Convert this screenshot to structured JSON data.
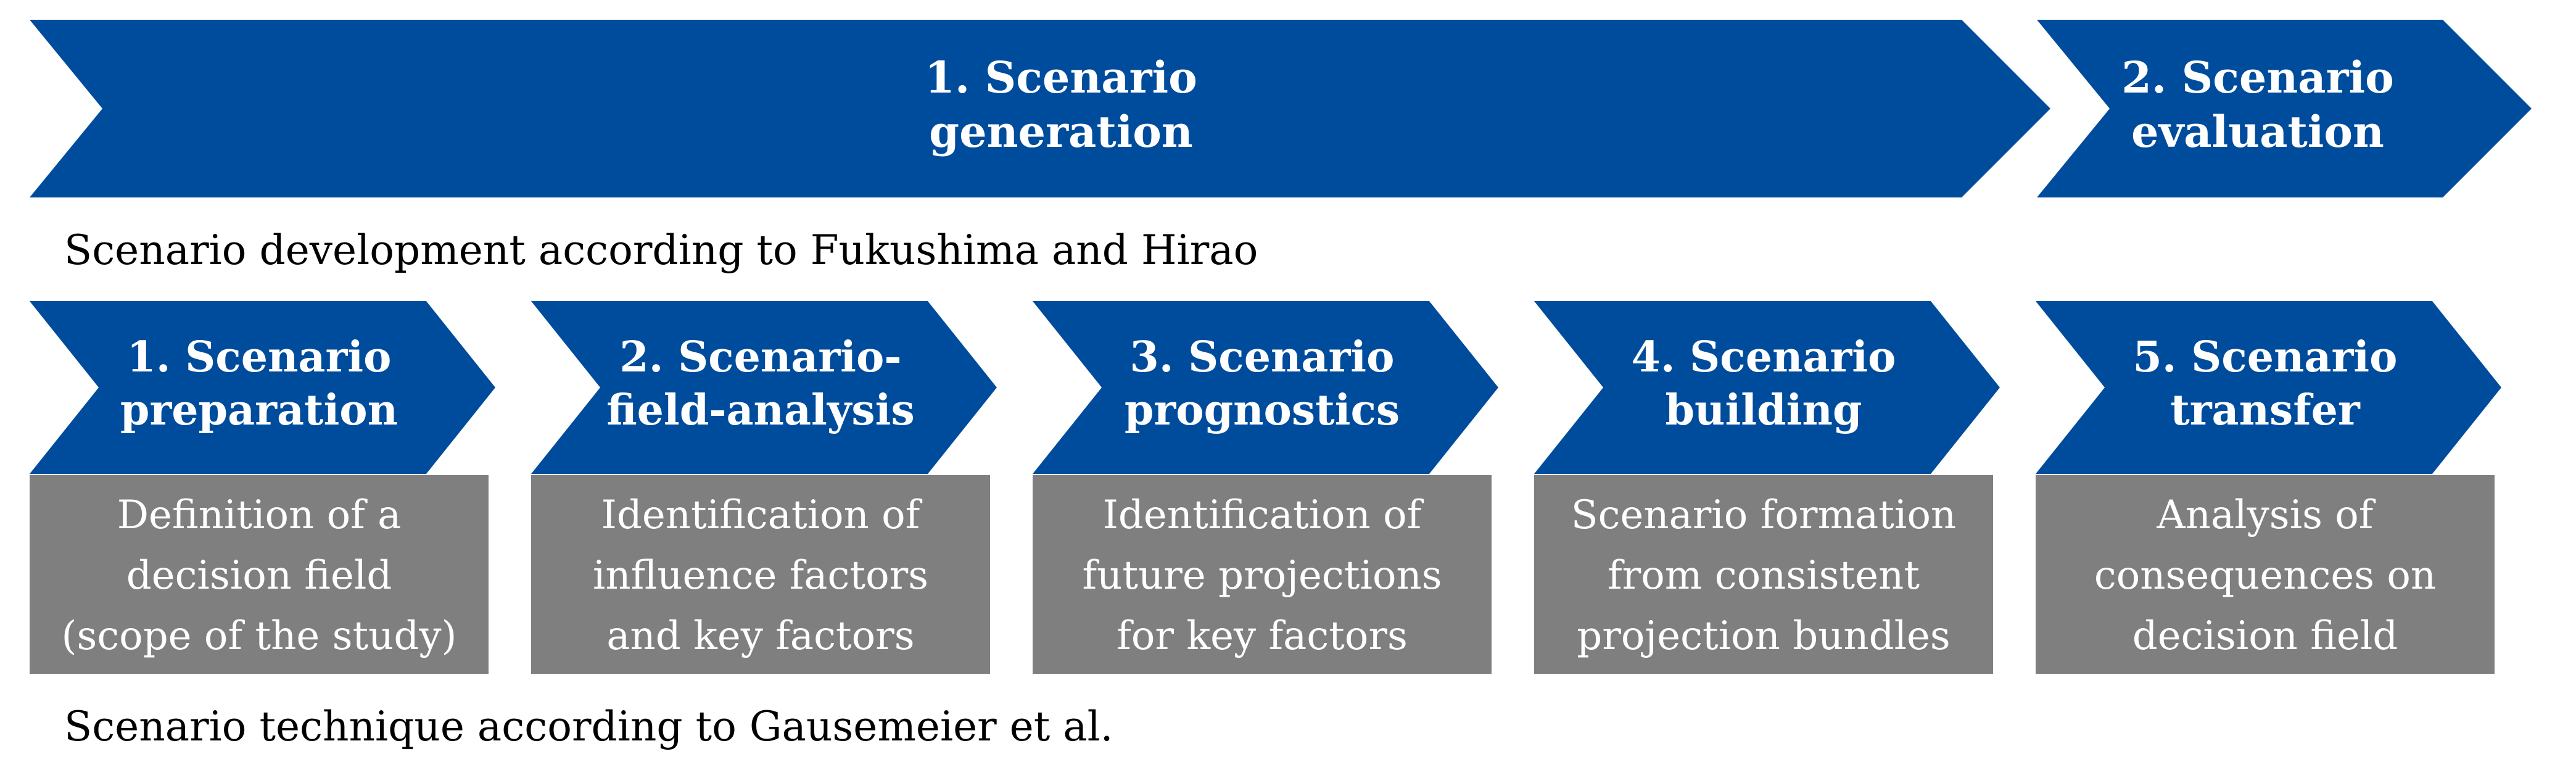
{
  "colors": {
    "chevron": "#004C9C",
    "box": "#7F7F7F",
    "text_on_shape": "#FFFFFF",
    "caption": "#000000"
  },
  "fukushima_hirao": {
    "caption": "Scenario development according to Fukushima and Hirao",
    "phases": [
      {
        "lines": [
          "1. Scenario",
          "generation"
        ]
      },
      {
        "lines": [
          "2. Scenario",
          "evaluation"
        ]
      }
    ]
  },
  "gausemeier": {
    "caption": "Scenario technique according to Gausemeier et al.",
    "steps": [
      {
        "title": [
          "1. Scenario",
          "preparation"
        ],
        "description": [
          "Definition of a",
          "decision field",
          "(scope of the study)"
        ]
      },
      {
        "title": [
          "2. Scenario-",
          "field-analysis"
        ],
        "description": [
          "Identification of",
          "influence factors",
          "and key factors"
        ]
      },
      {
        "title": [
          "3. Scenario",
          "prognostics"
        ],
        "description": [
          "Identification of",
          "future projections",
          "for key factors"
        ]
      },
      {
        "title": [
          "4. Scenario",
          "building"
        ],
        "description": [
          "Scenario formation",
          "from consistent",
          "projection bundles"
        ]
      },
      {
        "title": [
          "5. Scenario",
          "transfer"
        ],
        "description": [
          "Analysis of",
          "consequences on",
          "decision field"
        ]
      }
    ]
  }
}
